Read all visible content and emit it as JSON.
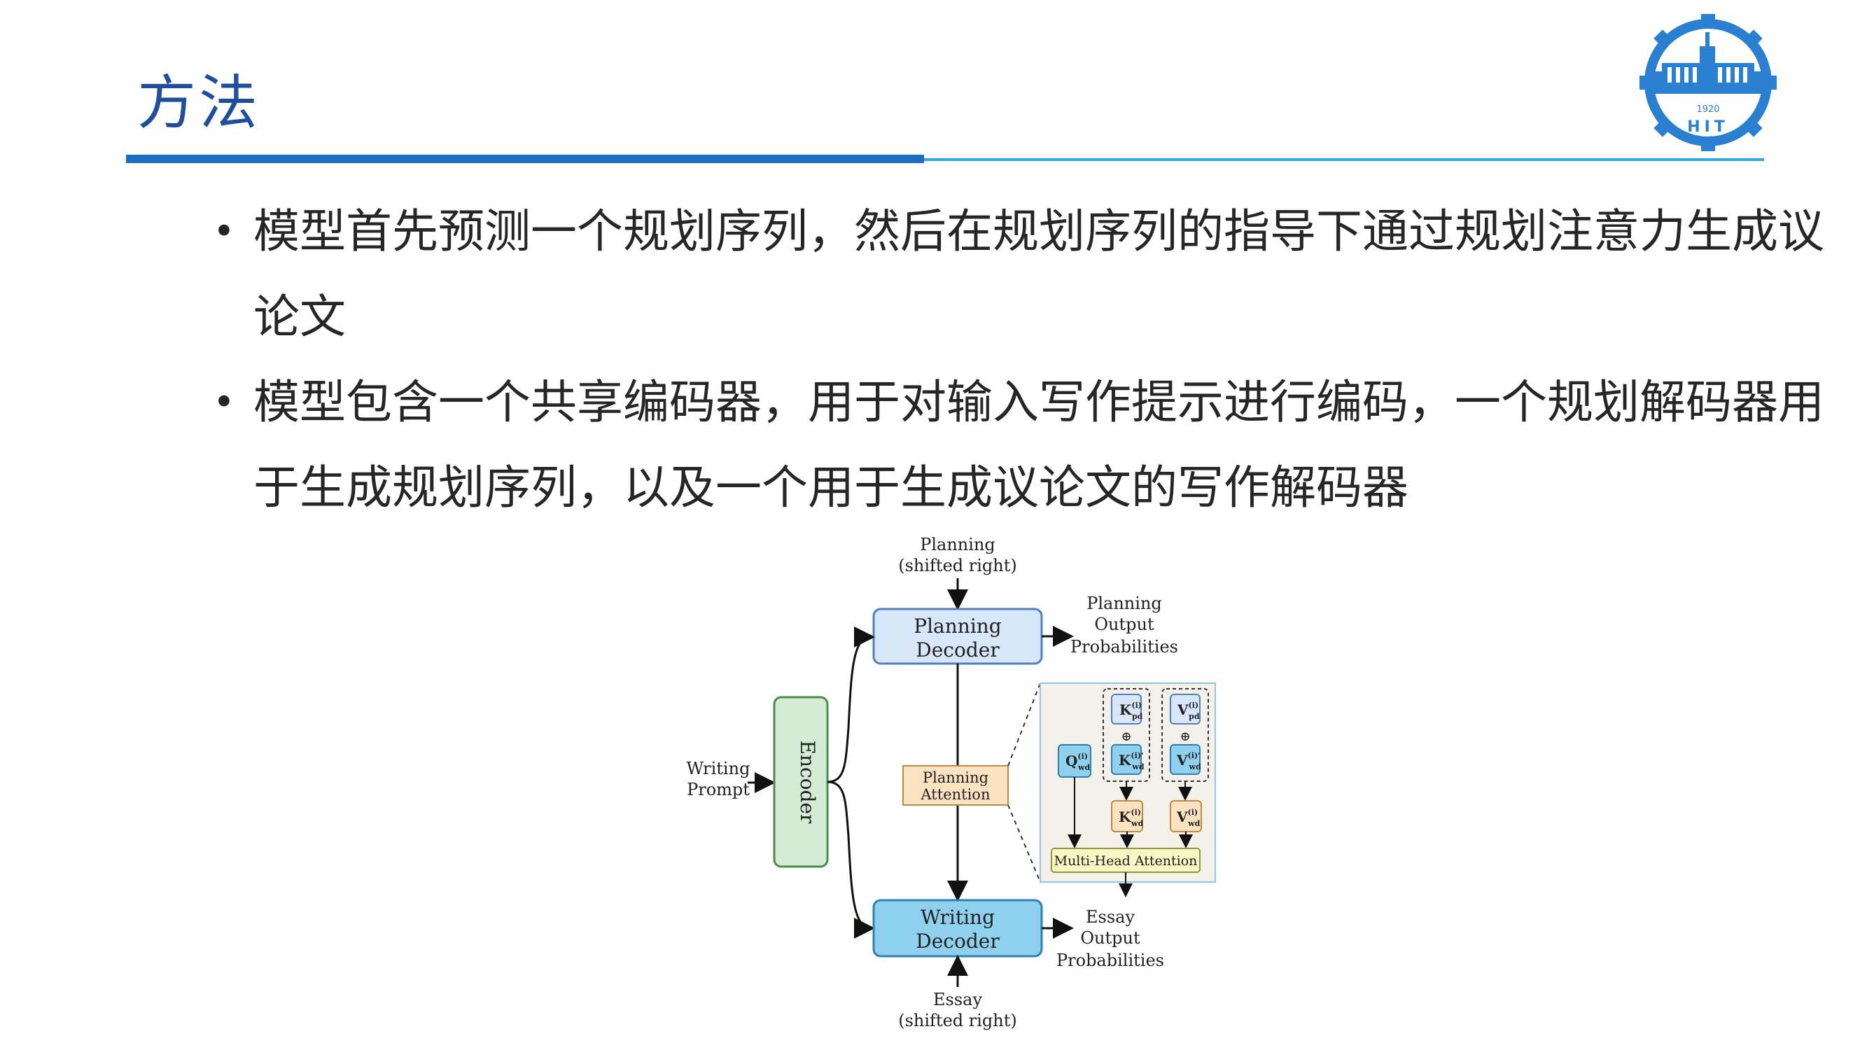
{
  "slide": {
    "title": "方法",
    "logo": {
      "year": "1920",
      "text": "HIT"
    }
  },
  "bullets": [
    "模型首先预测一个规划序列，然后在规划序列的指导下通过规划注意力生成议论文",
    "模型包含一个共享编码器，用于对输入写作提示进行编码，一个规划解码器用于生成规划序列，以及一个用于生成议论文的写作解码器"
  ],
  "diagram": {
    "planning_input_line1": "Planning",
    "planning_input_line2": "(shifted right)",
    "planning_decoder_line1": "Planning",
    "planning_decoder_line2": "Decoder",
    "planning_output_line1": "Planning",
    "planning_output_line2": "Output",
    "planning_output_line3": "Probabilities",
    "writing_prompt_line1": "Writing",
    "writing_prompt_line2": "Prompt",
    "encoder": "Encoder",
    "planning_attention_line1": "Planning",
    "planning_attention_line2": "Attention",
    "writing_decoder_line1": "Writing",
    "writing_decoder_line2": "Decoder",
    "essay_output_line1": "Essay",
    "essay_output_line2": "Output",
    "essay_output_line3": "Probabilities",
    "essay_input_line1": "Essay",
    "essay_input_line2": "(shifted right)",
    "k_pd": "K",
    "k_pd_sub": "pd",
    "k_pd_sup": "(i)",
    "v_pd": "V",
    "v_pd_sub": "pd",
    "v_pd_sup": "(i)",
    "oplus": "⊕",
    "q_wd": "Q",
    "q_wd_sub": "wd",
    "q_wd_sup": "(i)",
    "k_wd": "K",
    "k_wd_sub": "wd",
    "k_wd_sup": "(i)'",
    "v_wd": "V",
    "v_wd_sub": "wd",
    "v_wd_sup": "(i)'",
    "k_wd2": "K",
    "k_wd2_sub": "wd",
    "k_wd2_sup": "(i)",
    "v_wd2": "V",
    "v_wd2_sub": "wd",
    "v_wd2_sup": "(i)",
    "mha": "Multi-Head Attention"
  }
}
